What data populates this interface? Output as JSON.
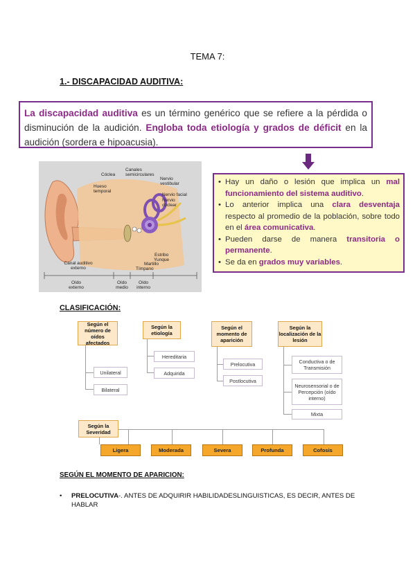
{
  "doc": {
    "title": "TEMA 7:",
    "section1": "1.- DISCAPACIDAD AUDITIVA:",
    "definition": {
      "p1": "La discapacidad auditiva",
      "t1": " es un término genérico que se refiere a la pérdida o disminución de la audición. ",
      "p2": "Engloba toda etiología y grados de déficit",
      "t2": " en la audición (sordera e hipoacusia)."
    },
    "bullets": [
      {
        "a": "Hay un daño o lesión que implica un ",
        "h": "mal funcionamiento del sistema auditivo",
        "b": "."
      },
      {
        "a": "Lo anterior implica una ",
        "h": "clara desventaja",
        "b": " respecto al promedio de la población, sobre todo en el ",
        "h2": "área comunicativa",
        "c": "."
      },
      {
        "a": "Pueden darse de manera ",
        "h": "transitoria o permanente",
        "b": "."
      },
      {
        "a": "Se da en ",
        "h": "grados muy variables",
        "b": "."
      }
    ],
    "ear_labels": {
      "coclea": "Cóclea",
      "canales": "Canales semicirculares",
      "nervio_vest": "Nervio vestibular",
      "hueso": "Hueso temporal",
      "nervio_facial": "Nervio facial",
      "nervio_coclear": "Nervio coclear",
      "estribo": "Estribo",
      "yunque": "Yunque",
      "martillo": "Martillo",
      "timpano": "Tímpano",
      "canal": "Canal auditivo externo",
      "oido_externo": "Oído externo",
      "oido_medio": "Oído medio",
      "oido_interno": "Oído interno"
    },
    "section2": "CLASIFICACIÓN:",
    "classification": {
      "numero": "Según el número de oídos afectados",
      "etiologia": "Según la etiología",
      "momento": "Según el momento de aparición",
      "localizacion": "Según la localización de la lesión",
      "severidad": "Según la Severidad",
      "unilateral": "Unilateral",
      "bilateral": "Bilateral",
      "hereditaria": "Hereditaria",
      "adquirida": "Adquirida",
      "prelocutiva": "Prelocutiva",
      "postlocutiva": "Postlocutiva",
      "conductiva": "Conductiva o de Transmisión",
      "neurosensorial": "Neurosensorial o de Percepción (oído interno)",
      "mixta": "Mixta",
      "ligera": "Ligera",
      "moderada": "Moderada",
      "severa": "Severa",
      "profunda": "Profunda",
      "cofosis": "Cofosis"
    },
    "section3": "SEGÚN EL MOMENTO DE APARICION:",
    "item1_bold": "PRELOCUTIVA",
    "item1_text": "-. ANTES DE ADQUIRIR HABILIDADESLINGUISTICAS, ES DECIR, ANTES DE HABLAR"
  },
  "colors": {
    "accent": "#8b2a86",
    "box_border": "#7a2c8e",
    "note_bg": "#fff9c8",
    "category_bg": "#fde9c9",
    "severity_bg": "#f4a72a"
  }
}
